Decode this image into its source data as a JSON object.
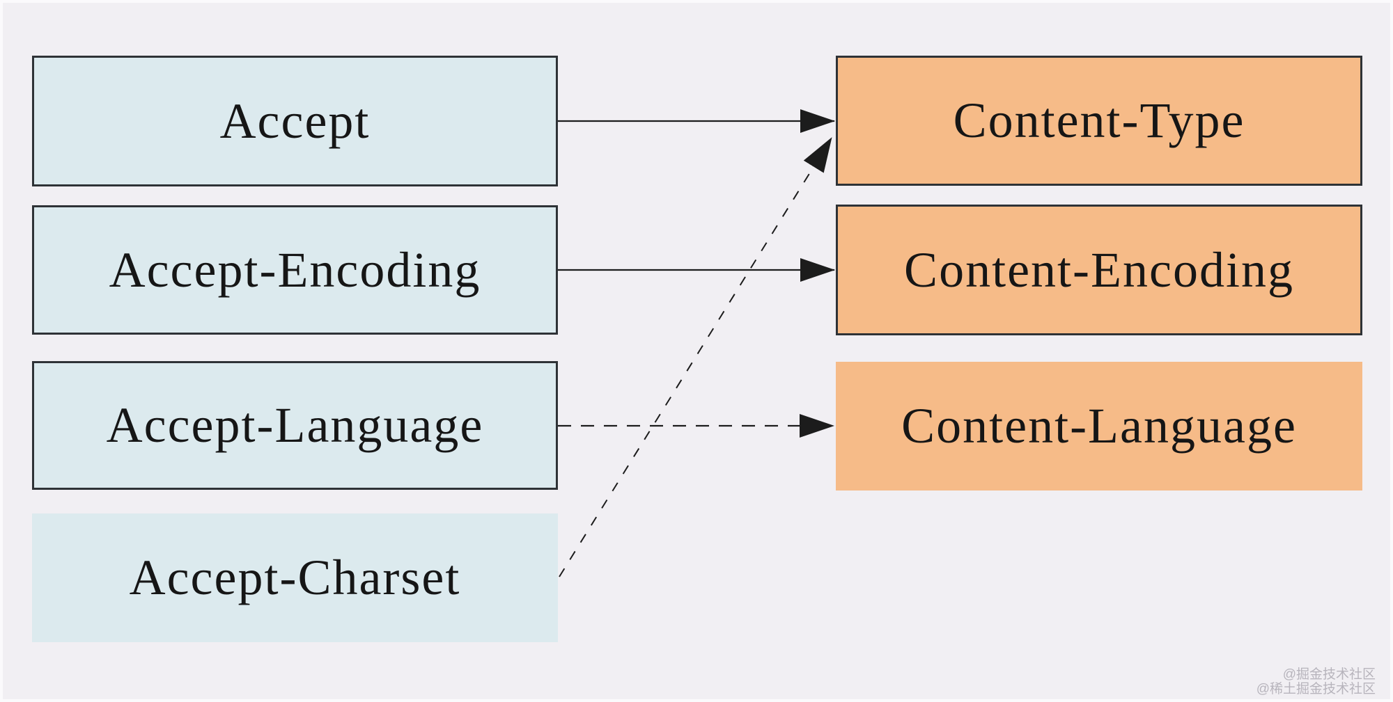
{
  "diagram": {
    "title_implied": "HTTP content negotiation header mapping",
    "request_headers": {
      "role": "request",
      "items": [
        {
          "label": "Accept",
          "border_style": "solid"
        },
        {
          "label": "Accept-Encoding",
          "border_style": "solid"
        },
        {
          "label": "Accept-Language",
          "border_style": "solid"
        },
        {
          "label": "Accept-Charset",
          "border_style": "dashed"
        }
      ]
    },
    "response_headers": {
      "role": "response",
      "items": [
        {
          "label": "Content-Type",
          "border_style": "solid"
        },
        {
          "label": "Content-Encoding",
          "border_style": "solid"
        },
        {
          "label": "Content-Language",
          "border_style": "dashed"
        }
      ]
    },
    "connections": [
      {
        "from": "Accept",
        "to": "Content-Type",
        "line_style": "solid"
      },
      {
        "from": "Accept-Encoding",
        "to": "Content-Encoding",
        "line_style": "solid"
      },
      {
        "from": "Accept-Language",
        "to": "Content-Language",
        "line_style": "dashed"
      },
      {
        "from": "Accept-Charset",
        "to": "Content-Type",
        "line_style": "dashed"
      }
    ],
    "colors": {
      "background": "#f1eff3",
      "request_box_fill": "#dceaee",
      "response_box_fill": "#f6bb88",
      "box_border": "#2e3236",
      "arrow": "#1c1c1c",
      "text": "#161616",
      "watermark_text": "#b7b4bc"
    }
  },
  "watermark": {
    "line1": "@掘金技术社区",
    "line2": "@稀土掘金技术社区"
  }
}
